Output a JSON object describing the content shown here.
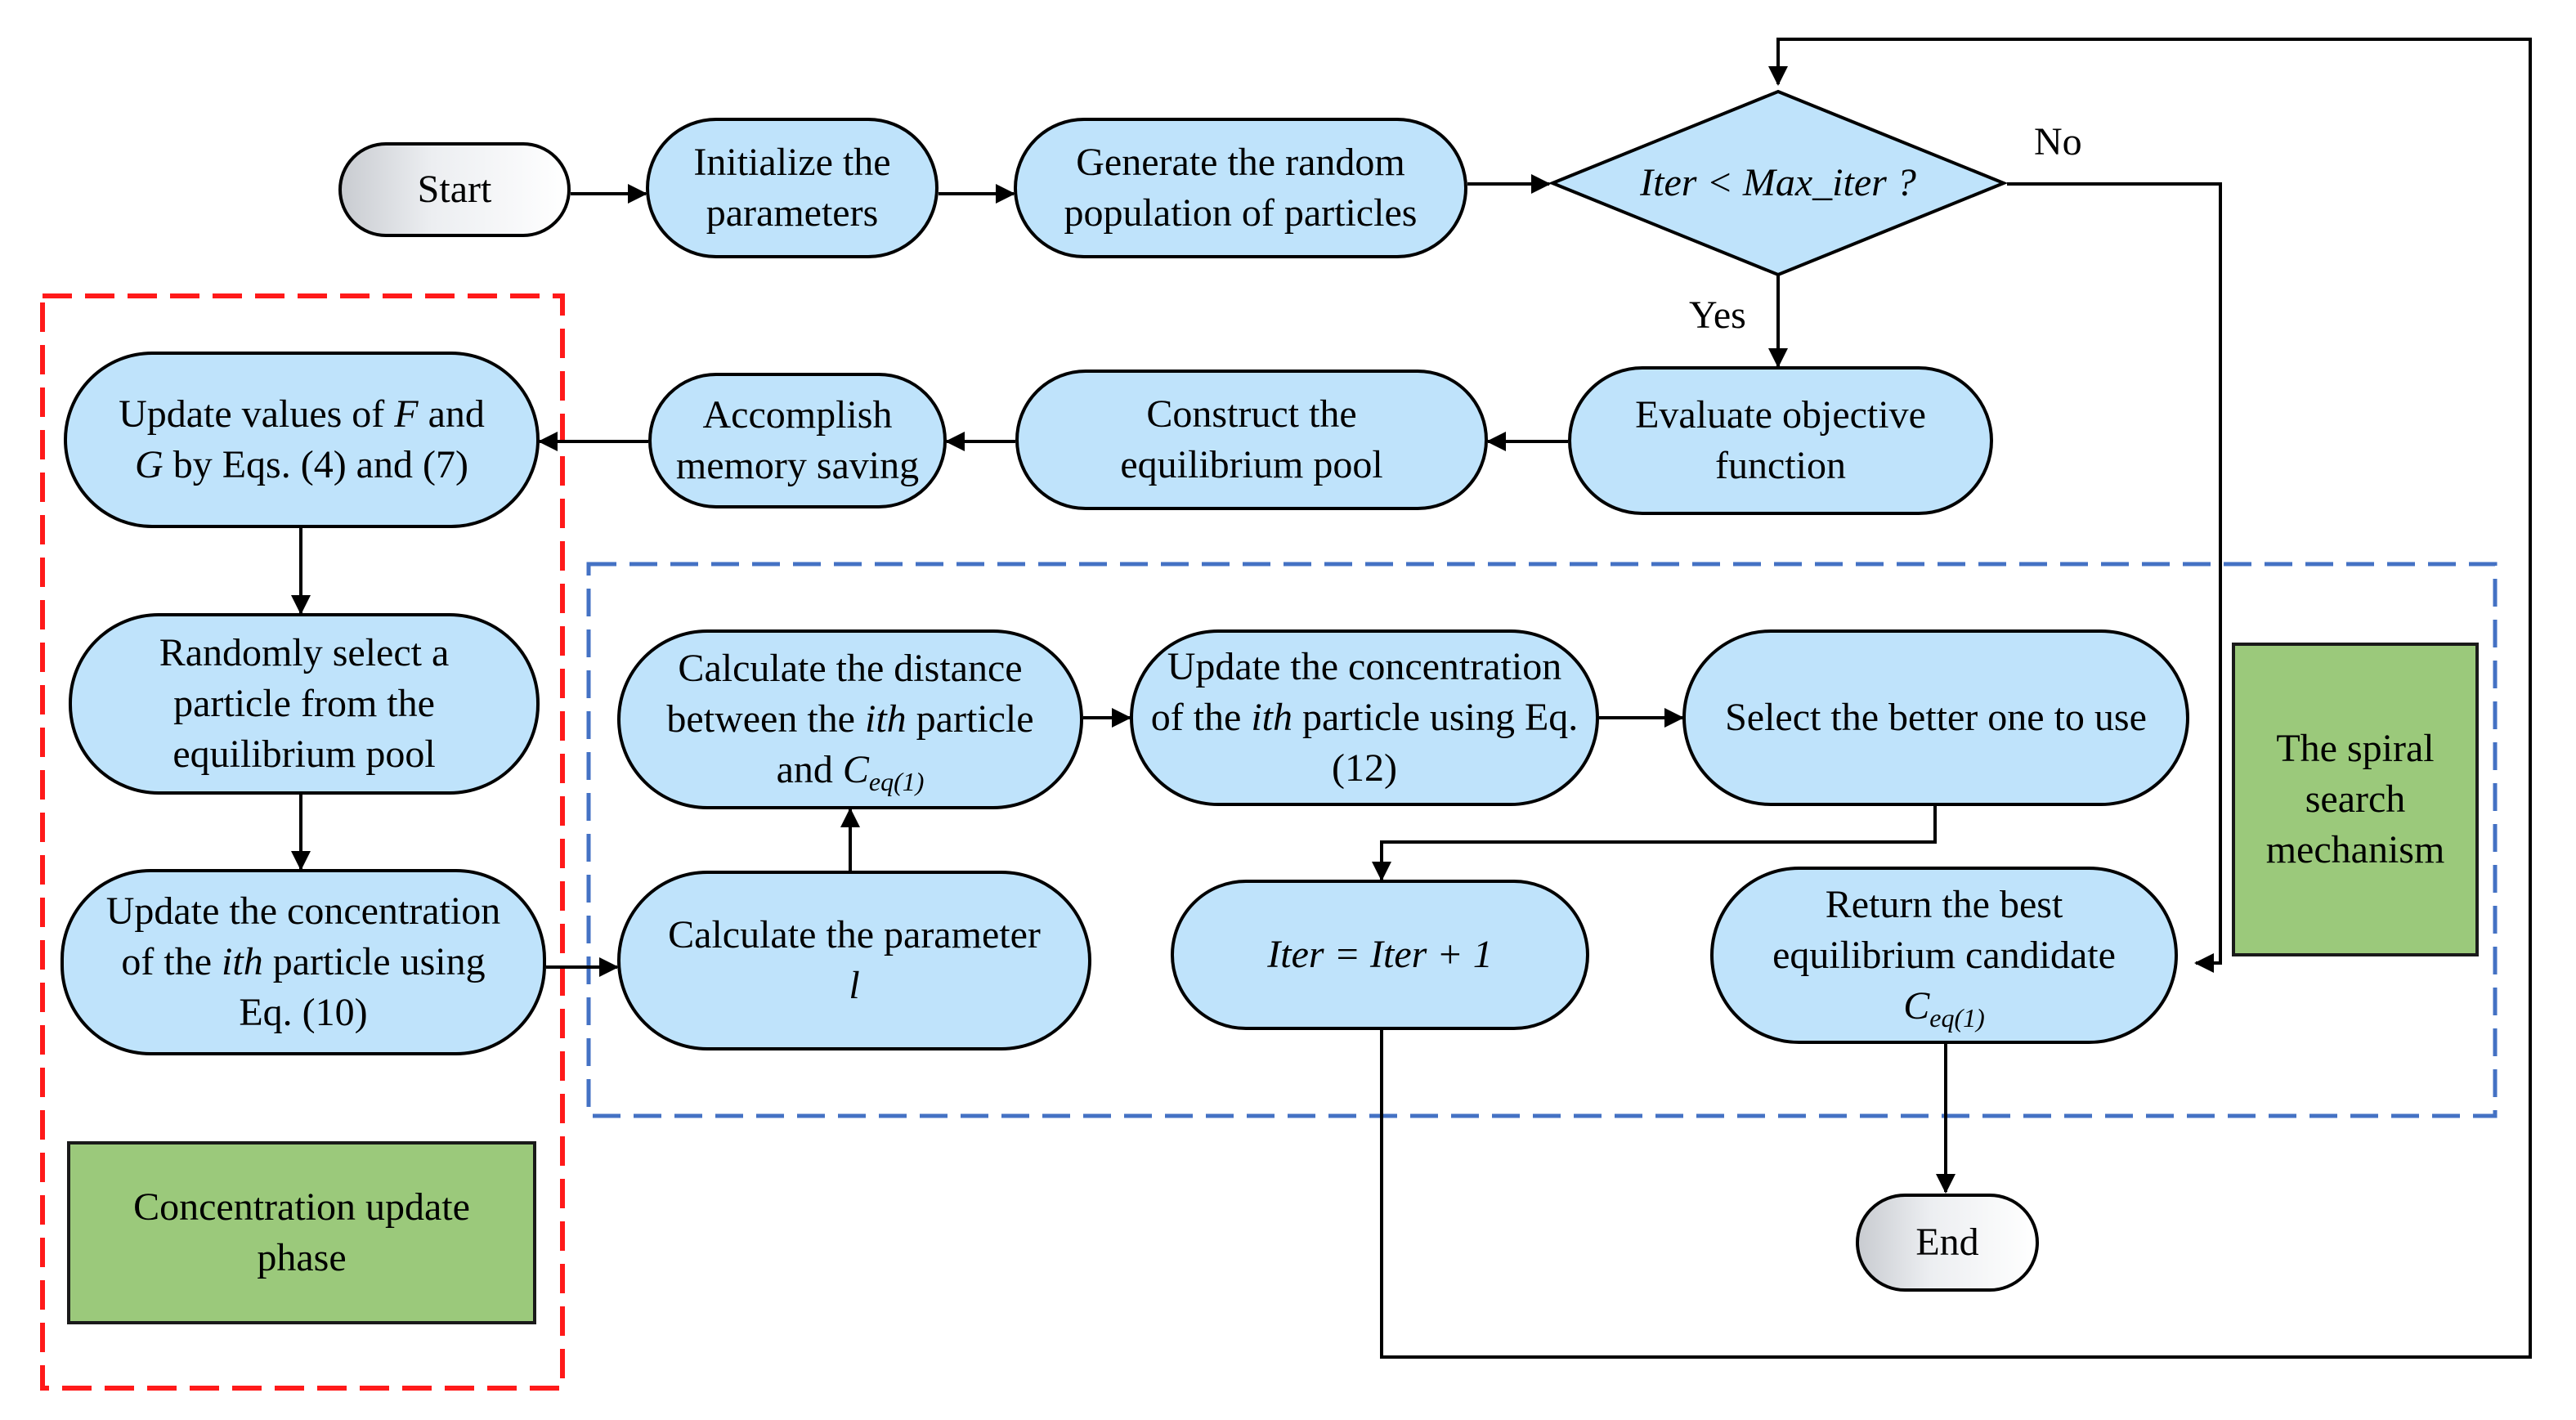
{
  "nodes": {
    "start": "Start",
    "init": [
      "Initialize the",
      "parameters"
    ],
    "generate": [
      "Generate the random",
      "population of particles"
    ],
    "decision": "Iter < Max_iter ?",
    "evaluate": [
      "Evaluate objective",
      "function"
    ],
    "construct": [
      "Construct the",
      "equilibrium pool"
    ],
    "memory": [
      "Accomplish",
      "memory saving"
    ],
    "update_fg": {
      "l1_pre": "Update values of ",
      "l1_var": "F",
      "l1_post": " and",
      "l2_var": "G",
      "l2_post": " by Eqs. (4) and (7)"
    },
    "randomly": [
      "Randomly select a",
      "particle from the",
      "equilibrium pool"
    ],
    "update_conc10": {
      "l1": "Update the concentration",
      "l2_pre": "of the ",
      "l2_var": "ith",
      "l2_post": " particle using",
      "l3": "Eq. (10)"
    },
    "calc_param": {
      "l1": "Calculate the parameter",
      "l2_var": "l"
    },
    "calc_dist": {
      "l1": "Calculate the distance",
      "l2_pre": "between the ",
      "l2_var": "ith",
      "l2_post": " particle",
      "l3_pre": "and ",
      "l3_var": "C",
      "l3_sub": "eq(1)"
    },
    "update_conc12": {
      "l1": "Update the concentration",
      "l2_pre": "of the ",
      "l2_var": "ith",
      "l2_post": " particle using Eq.",
      "l3": "(12)"
    },
    "select_better": "Select the better one to use",
    "iter_inc": "Iter = Iter + 1",
    "return_best": {
      "l1": "Return the best",
      "l2": "equilibrium candidate",
      "l3_var": "C",
      "l3_sub": "eq(1)"
    },
    "end": "End"
  },
  "labels": {
    "no": "No",
    "yes": "Yes"
  },
  "regions": {
    "concentration": [
      "Concentration update",
      "phase"
    ],
    "spiral": [
      "The spiral",
      "search",
      "mechanism"
    ]
  },
  "colors": {
    "process_fill": "#bfe3fb",
    "phase_fill": "#9bc97b",
    "red_region": "#ff1a1a",
    "blue_region": "#4472c4"
  }
}
